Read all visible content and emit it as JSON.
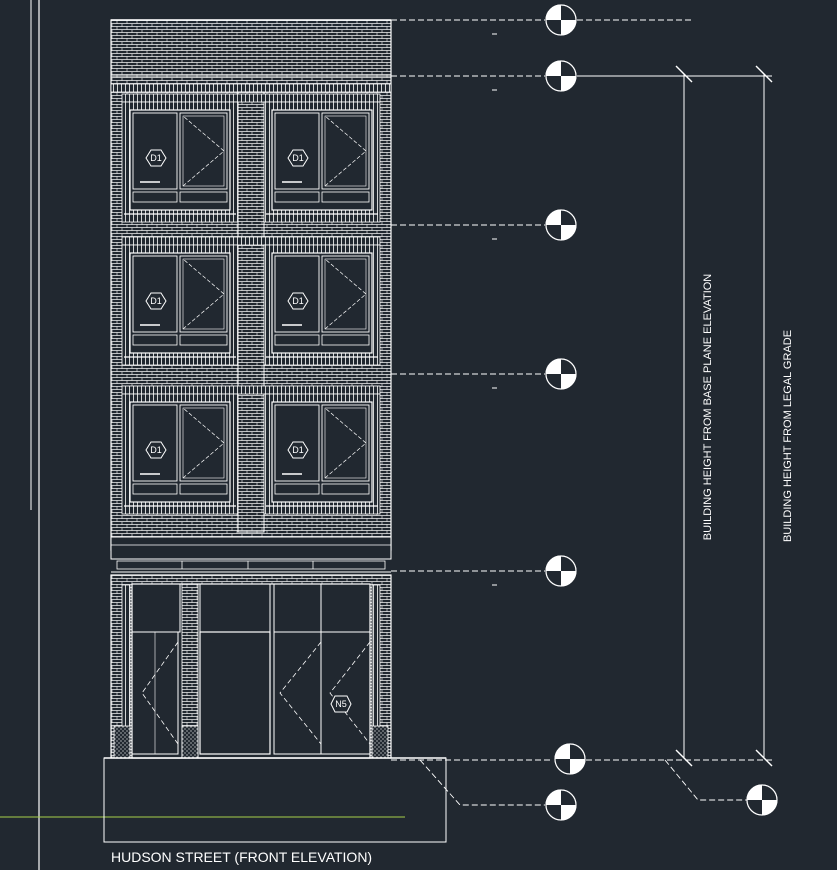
{
  "drawing": {
    "title": "HUDSON STREET (FRONT ELEVATION)",
    "dimension_label_base_plane": "BUILDING HEIGHT FROM BASE PLANE ELEVATION",
    "dimension_label_legal_grade": "BUILDING HEIGHT FROM LEGAL GRADE",
    "window_tag": "D1",
    "storefront_tag": "N5"
  },
  "colors": {
    "background": "#212830",
    "lines": "#ffffff",
    "property_line": "#a8d04a"
  },
  "icons": {
    "level_marker": "elevation-datum-marker-icon",
    "door_tag": "hexagon-tag-icon"
  }
}
